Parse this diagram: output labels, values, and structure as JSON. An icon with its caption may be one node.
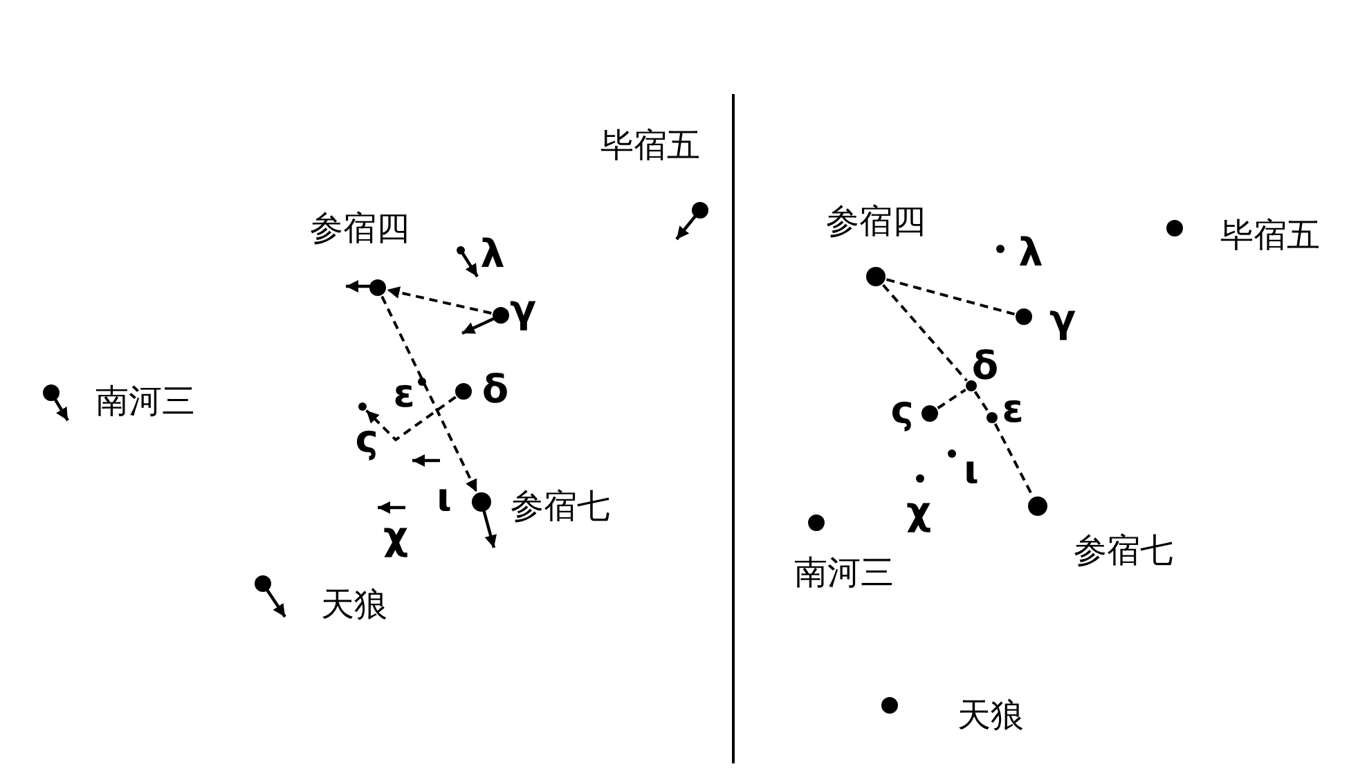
{
  "diagram": {
    "nodes": [
      {
        "text": [],
        "shape": "circle",
        "beside": [
          "毕宿五"
        ]
      },
      {
        "text": [],
        "shape": "circle",
        "beside": [
          "参宿四"
        ]
      },
      {
        "text": [],
        "shape": "circle",
        "beside": [
          "λ"
        ]
      },
      {
        "text": [],
        "shape": "circle",
        "beside": [
          "γ"
        ]
      },
      {
        "text": [],
        "shape": "circle",
        "beside": [
          "δ"
        ]
      },
      {
        "text": [],
        "shape": "circle",
        "beside": [
          "ε"
        ]
      },
      {
        "text": [],
        "shape": "circle",
        "beside": [
          "ς"
        ]
      },
      {
        "text": [],
        "shape": "circle",
        "beside": [
          "参宿七"
        ]
      },
      {
        "text": [],
        "shape": "circle",
        "beside": [
          "南河三"
        ]
      },
      {
        "text": [],
        "shape": "circle",
        "beside": [
          "天狼"
        ]
      },
      {
        "text": [],
        "shape": "circle",
        "beside": [
          "参宿四"
        ]
      },
      {
        "text": [],
        "shape": "circle",
        "beside": [
          "λ"
        ]
      },
      {
        "text": [],
        "shape": "circle",
        "beside": [
          "毕宿五"
        ]
      },
      {
        "text": [],
        "shape": "circle",
        "beside": [
          "γ"
        ]
      },
      {
        "text": [],
        "shape": "circle",
        "beside": [
          "δ"
        ]
      },
      {
        "text": [],
        "shape": "circle",
        "beside": [
          "ς"
        ]
      },
      {
        "text": [],
        "shape": "circle",
        "beside": [
          "ε"
        ]
      },
      {
        "text": [],
        "shape": "circle",
        "beside": [
          "ι"
        ]
      },
      {
        "text": [],
        "shape": "circle",
        "beside": [
          "χ"
        ]
      },
      {
        "text": [],
        "shape": "circle",
        "beside": [
          "南河三"
        ]
      },
      {
        "text": [],
        "shape": "circle",
        "beside": [
          "参宿七"
        ]
      },
      {
        "text": [],
        "shape": "circle",
        "beside": [
          "天狼"
        ]
      }
    ],
    "edges": [
      {
        "from": 3,
        "to": 1,
        "arrow": "to",
        "style": "dashed"
      },
      {
        "from": 1,
        "to": 7,
        "arrow": "to",
        "style": "dashed"
      },
      {
        "from": 4,
        "to": 6,
        "arrow": "to",
        "style": "dashed"
      },
      {
        "from": 10,
        "to": 13,
        "arrow": "none",
        "style": "dashed"
      },
      {
        "from": 10,
        "to": 14,
        "arrow": "none",
        "style": "dashed"
      },
      {
        "from": 14,
        "to": 16,
        "arrow": "none",
        "style": "dashed"
      },
      {
        "from": 16,
        "to": 20,
        "arrow": "none",
        "style": "dashed"
      },
      {
        "from": 15,
        "to": 14,
        "arrow": "none",
        "style": "dashed"
      }
    ],
    "labels": [
      "ι",
      "χ"
    ]
  }
}
